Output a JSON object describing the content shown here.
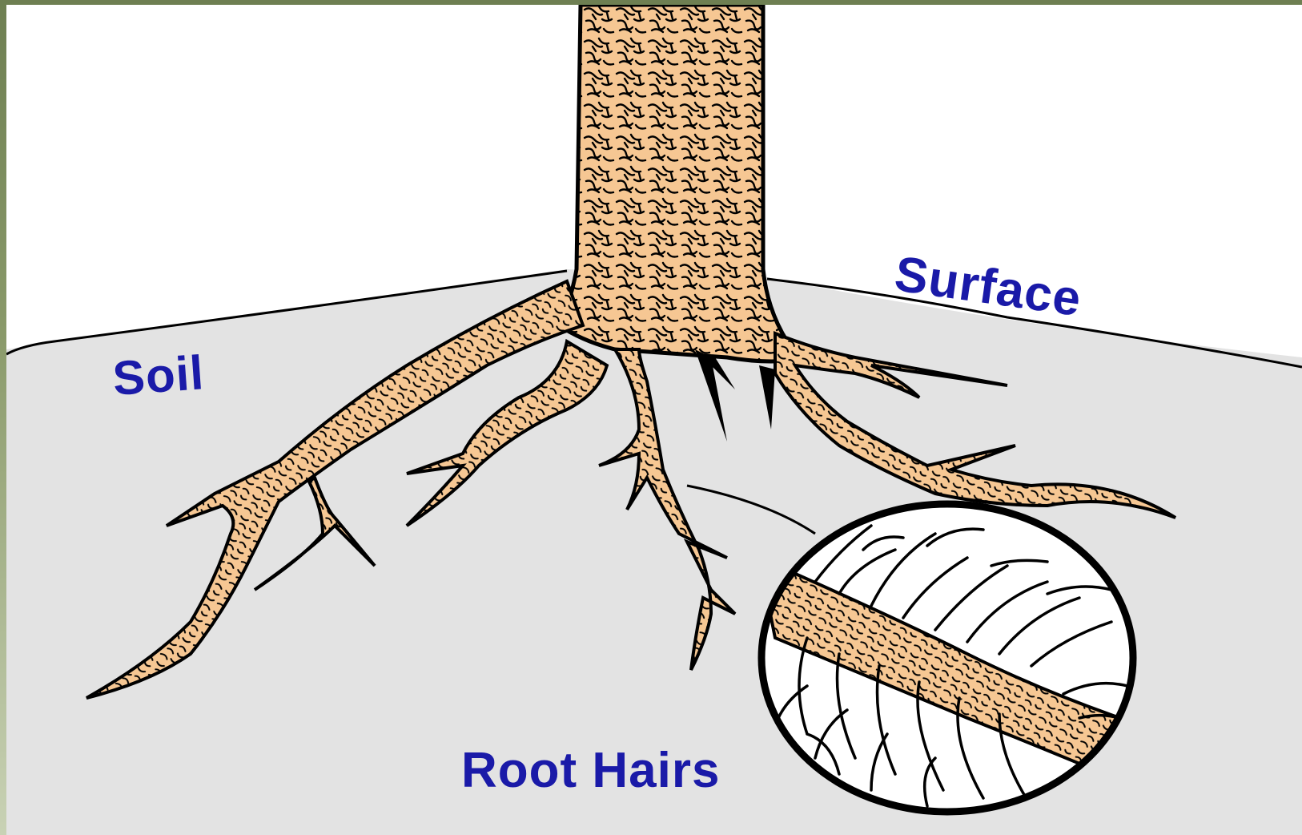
{
  "diagram": {
    "labels": {
      "soil": "Soil",
      "surface": "Surface",
      "root_hairs": "Root Hairs"
    },
    "colors": {
      "soil": "#e3e3e3",
      "sky": "#ffffff",
      "root": "#f6c793",
      "outline": "#000000",
      "label_text": "#1a1aa8",
      "frame": "#7f8f5f"
    }
  }
}
